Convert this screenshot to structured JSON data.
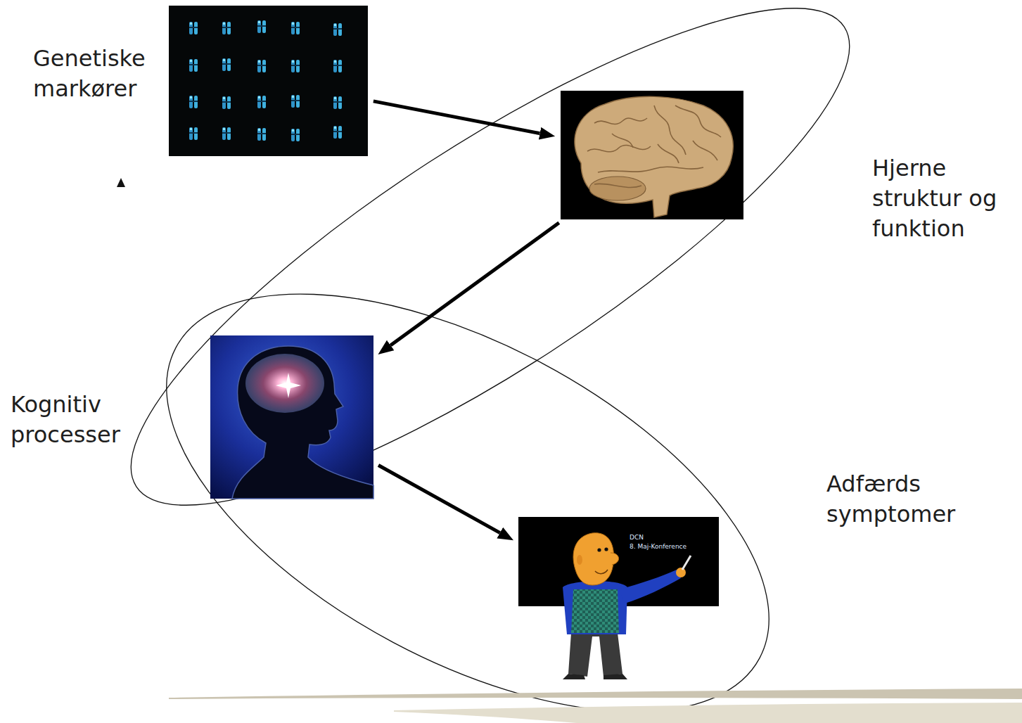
{
  "diagram": {
    "nodes": [
      {
        "text": [
          "Genetiske markører"
        ]
      },
      {
        "text": [
          "Hjerne struktur og funktion"
        ]
      },
      {
        "text": [
          "Kognitiv processer"
        ]
      },
      {
        "text": [
          "Adfærds symptomer"
        ]
      }
    ],
    "edges": [
      {
        "from": 0,
        "to": 1,
        "arrow": "to"
      },
      {
        "from": 1,
        "to": 2,
        "arrow": "to"
      },
      {
        "from": 2,
        "to": 3,
        "arrow": "to"
      }
    ],
    "labels": [
      "DCN",
      "8. Maj-Konference"
    ]
  }
}
